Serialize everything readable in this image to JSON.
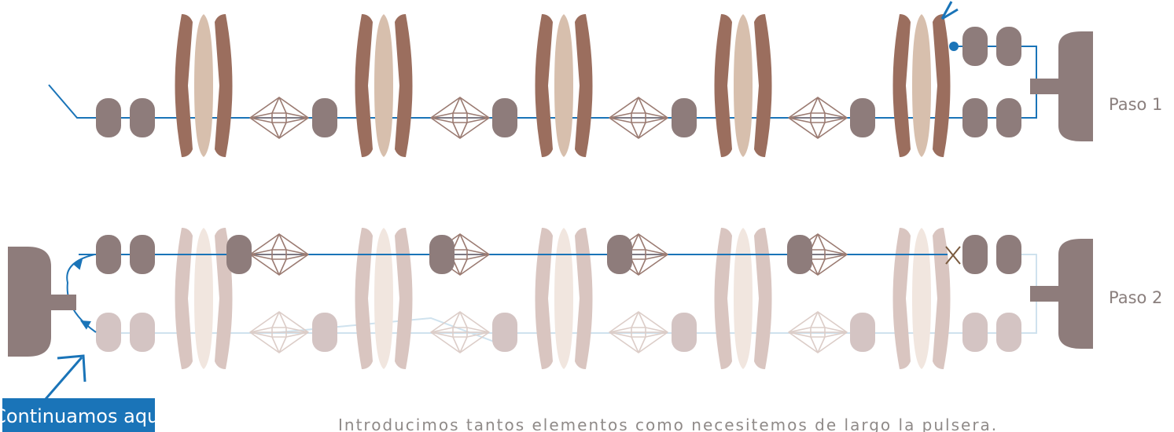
{
  "labels": {
    "step1": "Paso 1",
    "step2": "Paso 2",
    "callout": "Continuamos aquí",
    "caption": "Introducimos tantos elementos como necesitemos de largo la pulsera."
  },
  "colors": {
    "thread": "#1a74b8",
    "thread_faded": "#cfe2ee",
    "bead": "#8e7c7b",
    "bead_faded": "#d4c4c3",
    "petal_outer": "#9b6e5e",
    "petal_inner": "#d7bfad",
    "petal_outer_faded": "#d9c5c0",
    "petal_inner_faded": "#f1e6df",
    "crystal": "#9b7b72",
    "crystal_faded": "#dccdc8",
    "clasp": "#8e7c7b",
    "callout_bg": "#1a74b8",
    "caption_text": "#8f8a88"
  },
  "icons": {
    "bead": "round-bead-icon",
    "petal": "long-petal-bead-icon",
    "crystal": "bicone-crystal-icon",
    "clasp": "clasp-icon",
    "cross": "cross-mark-icon",
    "arrow": "arrow-icon"
  }
}
